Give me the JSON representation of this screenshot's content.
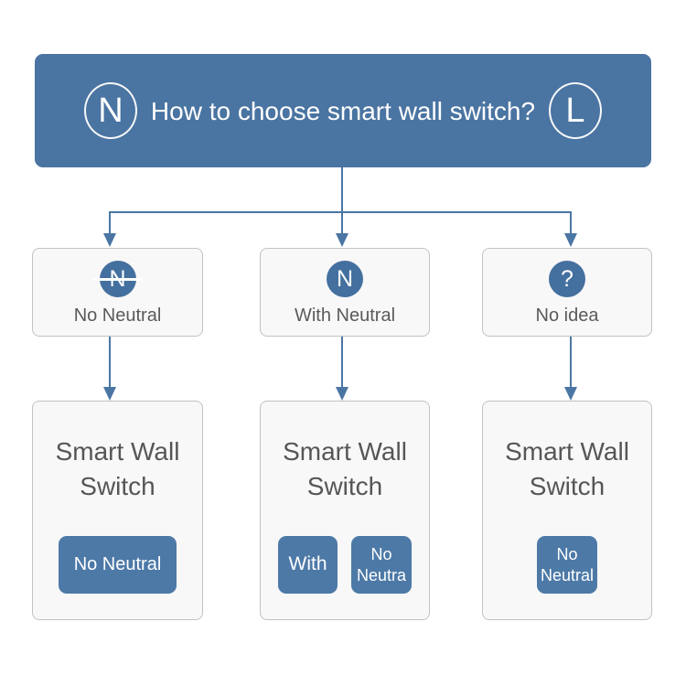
{
  "colors": {
    "accent_blue": "#4a74a1",
    "icon_blue": "#44709f",
    "button_blue": "#4d79a7",
    "connector_blue": "#4b76a4",
    "node_background": "#f8f8f8",
    "node_border": "#c2c2c2",
    "text_gray": "#5a5a5a",
    "white": "#ffffff"
  },
  "header": {
    "title": "How to choose smart wall switch?",
    "left_badge": "N",
    "right_badge": "L"
  },
  "branches": [
    {
      "icon": "N",
      "icon_name": "no-neutral-crossed-n-icon",
      "label": "No Neutral",
      "product": {
        "title": "Smart Wall Switch",
        "buttons": [
          "No Neutral"
        ]
      }
    },
    {
      "icon": "N",
      "icon_name": "neutral-n-circle-icon",
      "label": "With Neutral",
      "product": {
        "title": "Smart Wall Switch",
        "buttons": [
          "With",
          "No Neutra"
        ]
      }
    },
    {
      "icon": "?",
      "icon_name": "question-mark-circle-icon",
      "label": "No idea",
      "product": {
        "title": "Smart Wall Switch",
        "buttons": [
          "No Neutral"
        ]
      }
    }
  ]
}
